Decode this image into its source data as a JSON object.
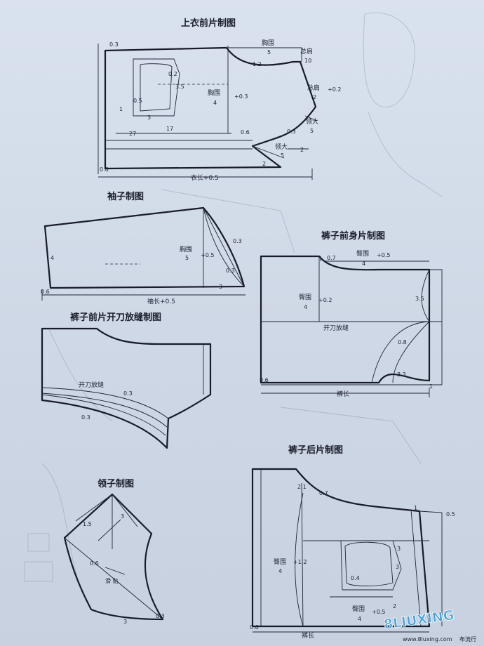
{
  "titles": {
    "front_bodice": "上衣前片制图",
    "sleeve": "袖子制图",
    "pants_front_slit": "裤子前片开刀放缝制图",
    "pants_front": "裤子前身片制图",
    "collar": "领子制图",
    "pants_back": "裤子后片制图"
  },
  "front_bodice": {
    "chest_top": "胸围",
    "chest_top_div": "5",
    "total_shoulder": "总肩",
    "total_shoulder_val": "10",
    "q03": "0.3",
    "q12": "1.2",
    "q02": "0.2",
    "q35": "3.5",
    "q05": "0.5",
    "q1": "1",
    "q3": "3",
    "chest_mid": "胸围",
    "chest_mid_div": "4",
    "chest_mid_add": "+0.3",
    "shoulder_side": "总肩",
    "shoulder_side_div": "2",
    "shoulder_side_add": "+0.2",
    "q27": "27",
    "q17": "17",
    "q06": "0.6",
    "collar_big": "领大",
    "collar_big_div": "5",
    "collar_big2": "领大",
    "collar_big2_div": "5",
    "q2": "2",
    "q06b": "0.6",
    "length": "衣长+0.5"
  },
  "sleeve": {
    "q4": "4",
    "chest": "胸围",
    "chest_div": "5",
    "chest_add": "+0.5",
    "q03": "0.3",
    "q03b": "0.3",
    "q3": "3",
    "q06": "0.6",
    "length": "袖长+0.5"
  },
  "pants_front": {
    "hip_top": "臀围",
    "hip_top_div": "4",
    "hip_top_add": "+0.5",
    "q07": "0.7",
    "hip_mid": "臀围",
    "hip_mid_div": "4",
    "hip_mid_add": "+0.2",
    "q35": "3.5",
    "slit": "开刀放缝",
    "q08": "0.8",
    "q33": "3.3",
    "q06": "0.6",
    "q1": "1",
    "length": "裤长"
  },
  "pants_slit": {
    "slit": "开刀放缝",
    "q03": "0.3",
    "q03b": "0.3"
  },
  "collar": {
    "q15": "1.5",
    "q3": "3",
    "q06": "0.6",
    "seam": "滑 贴",
    "q3b": "3",
    "q03": "0.3"
  },
  "pants_back": {
    "q21": "2.1",
    "q07": "0.7",
    "q1": "1",
    "q05": "0.5",
    "hip_mid": "臀围",
    "hip_mid_div": "4",
    "hip_mid_add": "+1.2",
    "q04": "0.4",
    "q3": "3",
    "q3b": "3",
    "q2": "2",
    "hip_bot": "臀围",
    "hip_bot_div": "4",
    "hip_bot_add": "+0.5",
    "q06": "0.6",
    "length": "裤长"
  },
  "watermark": {
    "brand": "8LIUXING",
    "url": "www.8luxing.com",
    "tag": "布流行"
  },
  "colors": {
    "ink": "#181b28",
    "paper": "#d9e2ee",
    "ghost": "#8f9cb8"
  }
}
